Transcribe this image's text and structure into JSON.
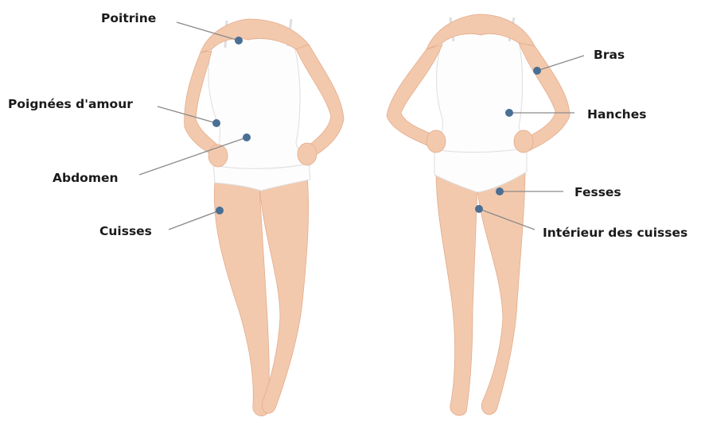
{
  "colors": {
    "skin": "#f3c9ad",
    "skin_shade": "#e3ab8b",
    "clothing": "#fdfdfd",
    "clothing_edge": "#dedede",
    "dot": "#4a6f94",
    "line": "#8a8a8a",
    "text": "#1a1a1a"
  },
  "figures": [
    {
      "name": "front-view"
    },
    {
      "name": "back-view"
    }
  ],
  "zones": [
    {
      "id": "poitrine",
      "label": "Poitrine"
    },
    {
      "id": "poignees",
      "label": "Poignées d'amour"
    },
    {
      "id": "abdomen",
      "label": "Abdomen"
    },
    {
      "id": "cuisses",
      "label": "Cuisses"
    },
    {
      "id": "bras",
      "label": "Bras"
    },
    {
      "id": "hanches",
      "label": "Hanches"
    },
    {
      "id": "fesses",
      "label": "Fesses"
    },
    {
      "id": "interieur",
      "label": "Intérieur des cuisses"
    }
  ]
}
